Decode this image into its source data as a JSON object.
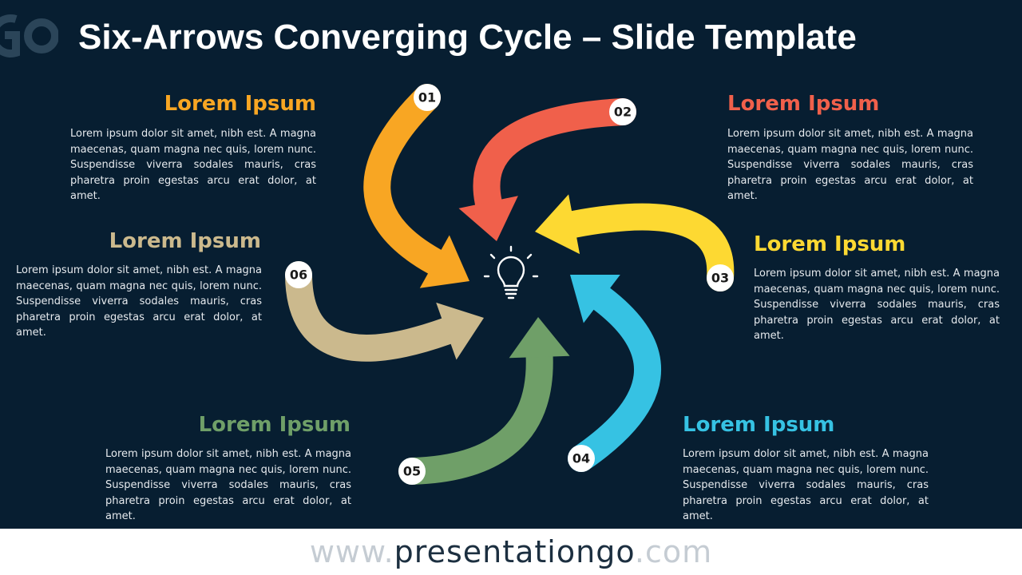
{
  "slide": {
    "title": "Six-Arrows Converging Cycle – Slide Template",
    "background": "#071e31",
    "center_icon": "lightbulb-icon"
  },
  "colors": {
    "orange": "#f8a623",
    "red": "#f0604b",
    "yellow": "#fdd932",
    "blue": "#36c2e3",
    "green": "#6f9f68",
    "tan": "#cbb98d"
  },
  "steps": [
    {
      "number": "01",
      "heading": "Lorem Ipsum",
      "color": "#f8a623",
      "text": "Lorem ipsum dolor sit amet, nibh est. A magna maecenas, quam magna nec quis, lorem nunc. Suspendisse viverra sodales mauris, cras pharetra proin egestas arcu erat dolor, at amet."
    },
    {
      "number": "02",
      "heading": "Lorem Ipsum",
      "color": "#f0604b",
      "text": "Lorem ipsum dolor sit amet, nibh est. A magna maecenas, quam magna nec quis, lorem nunc. Suspendisse viverra sodales mauris, cras pharetra proin egestas arcu erat dolor, at amet."
    },
    {
      "number": "03",
      "heading": "Lorem Ipsum",
      "color": "#fdd932",
      "text": "Lorem ipsum dolor sit amet, nibh est. A magna maecenas, quam magna nec quis, lorem nunc. Suspendisse viverra sodales mauris, cras pharetra proin egestas arcu erat dolor, at amet."
    },
    {
      "number": "04",
      "heading": "Lorem Ipsum",
      "color": "#36c2e3",
      "text": "Lorem ipsum dolor sit amet, nibh est. A magna maecenas, quam magna nec quis, lorem nunc. Suspendisse viverra sodales mauris, cras pharetra proin egestas arcu erat dolor, at amet."
    },
    {
      "number": "05",
      "heading": "Lorem Ipsum",
      "color": "#6f9f68",
      "text": "Lorem ipsum dolor sit amet, nibh est. A magna maecenas, quam magna nec quis, lorem nunc. Suspendisse viverra sodales mauris, cras pharetra proin egestas arcu erat dolor, at amet."
    },
    {
      "number": "06",
      "heading": "Lorem Ipsum",
      "color": "#cbb98d",
      "text": "Lorem ipsum dolor sit amet, nibh est. A magna maecenas, quam magna nec quis, lorem nunc. Suspendisse viverra sodales mauris, cras pharetra proin egestas arcu erat dolor, at amet."
    }
  ],
  "footer": {
    "prefix": "www.",
    "brand": "presentationgo",
    "suffix": ".com"
  }
}
